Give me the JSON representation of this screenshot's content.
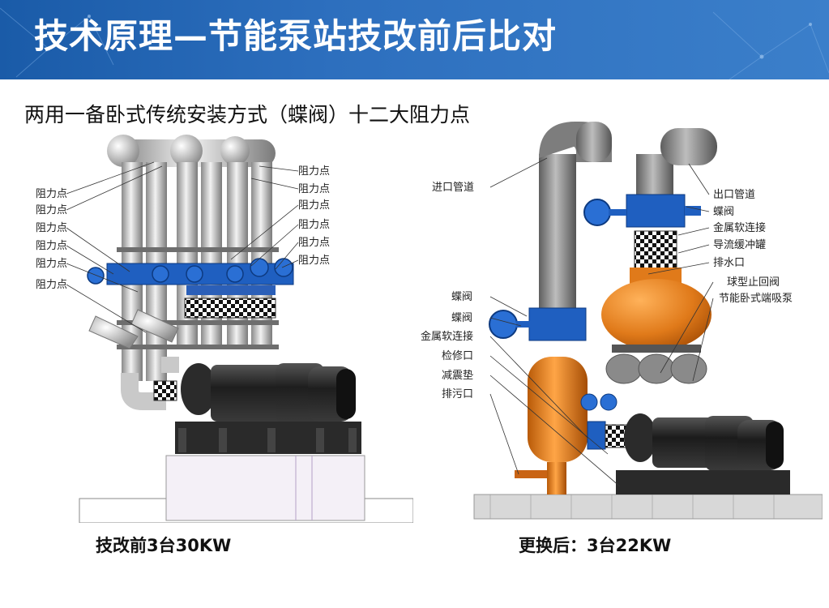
{
  "title": "技术原理—节能泵站技改前后比对",
  "left": {
    "heading": "两用一备卧式传统安装方式（蝶阀）十二大阻力点",
    "labels_left": [
      "阻力点",
      "阻力点",
      "阻力点",
      "阻力点",
      "阻力点",
      "阻力点"
    ],
    "labels_right": [
      "阻力点",
      "阻力点",
      "阻力点",
      "阻力点",
      "阻力点",
      "阻力点"
    ],
    "caption": "技改前3台30KW"
  },
  "right": {
    "inlet_label": "进口管道",
    "labels_left": [
      "蝶阀",
      "蝶阀",
      "金属软连接",
      "检修口",
      "减震垫",
      "排污口"
    ],
    "labels_right": [
      "出口管道",
      "蝶阀",
      "金属软连接",
      "导流缓冲罐",
      "排水口",
      "球型止回阀",
      "节能卧式端吸泵"
    ],
    "caption": "更换后：3台22KW"
  },
  "colors": {
    "header": "#2d6fbe",
    "pipe_gray": "#9a9a9a",
    "orange": "#e07a1a",
    "blue": "#1f5fc0",
    "motor": "#2a2a2a"
  }
}
